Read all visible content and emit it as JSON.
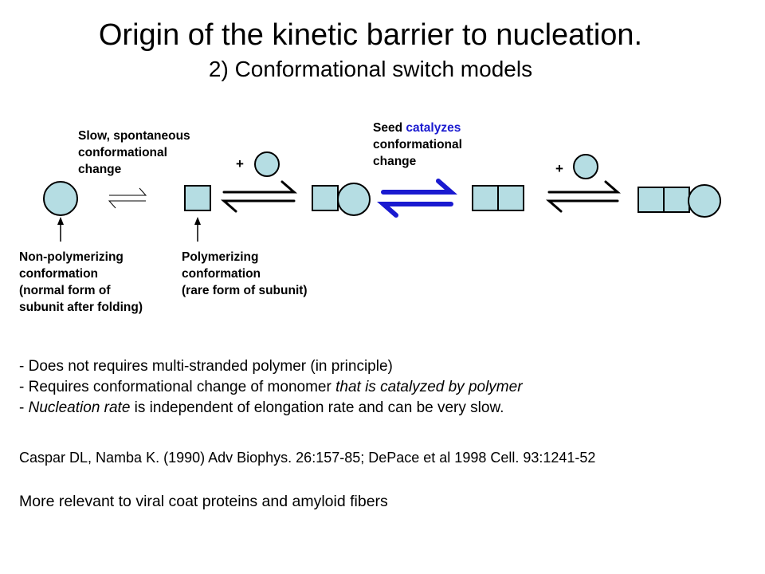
{
  "slide": {
    "title": "Origin of the kinetic barrier to nucleation.",
    "subtitle": "2) Conformational switch models"
  },
  "diagram": {
    "slow_label": [
      "Slow, spontaneous",
      "conformational",
      "change"
    ],
    "seed_label": {
      "word": "Seed",
      "highlight": "catalyzes",
      "rest": [
        "conformational",
        "change"
      ]
    },
    "plus": "+",
    "nonpoly_label": [
      "Non-polymerizing",
      "conformation",
      "(normal form of",
      "subunit after folding)"
    ],
    "poly_label": [
      "Polymerizing",
      "conformation",
      "(rare form of subunit)"
    ],
    "colors": {
      "shape_fill": "#b5dde3",
      "catalyzed_arrow": "#1a1ad0",
      "highlight_text": "#1a1ad0"
    }
  },
  "bullets": {
    "b1": "- Does not requires multi-stranded polymer (in principle)",
    "b2_pre": "- Requires conformational change of monomer ",
    "b2_italic": "that is catalyzed by polymer",
    "b3_pre": "- ",
    "b3_italic": "Nucleation rate",
    "b3_post": " is independent of elongation rate and can be very slow."
  },
  "reference": "Caspar DL, Namba K. (1990) Adv Biophys. 26:157-85;  DePace et al 1998 Cell. 93:1241-52",
  "note": "More relevant to viral coat proteins and amyloid fibers"
}
